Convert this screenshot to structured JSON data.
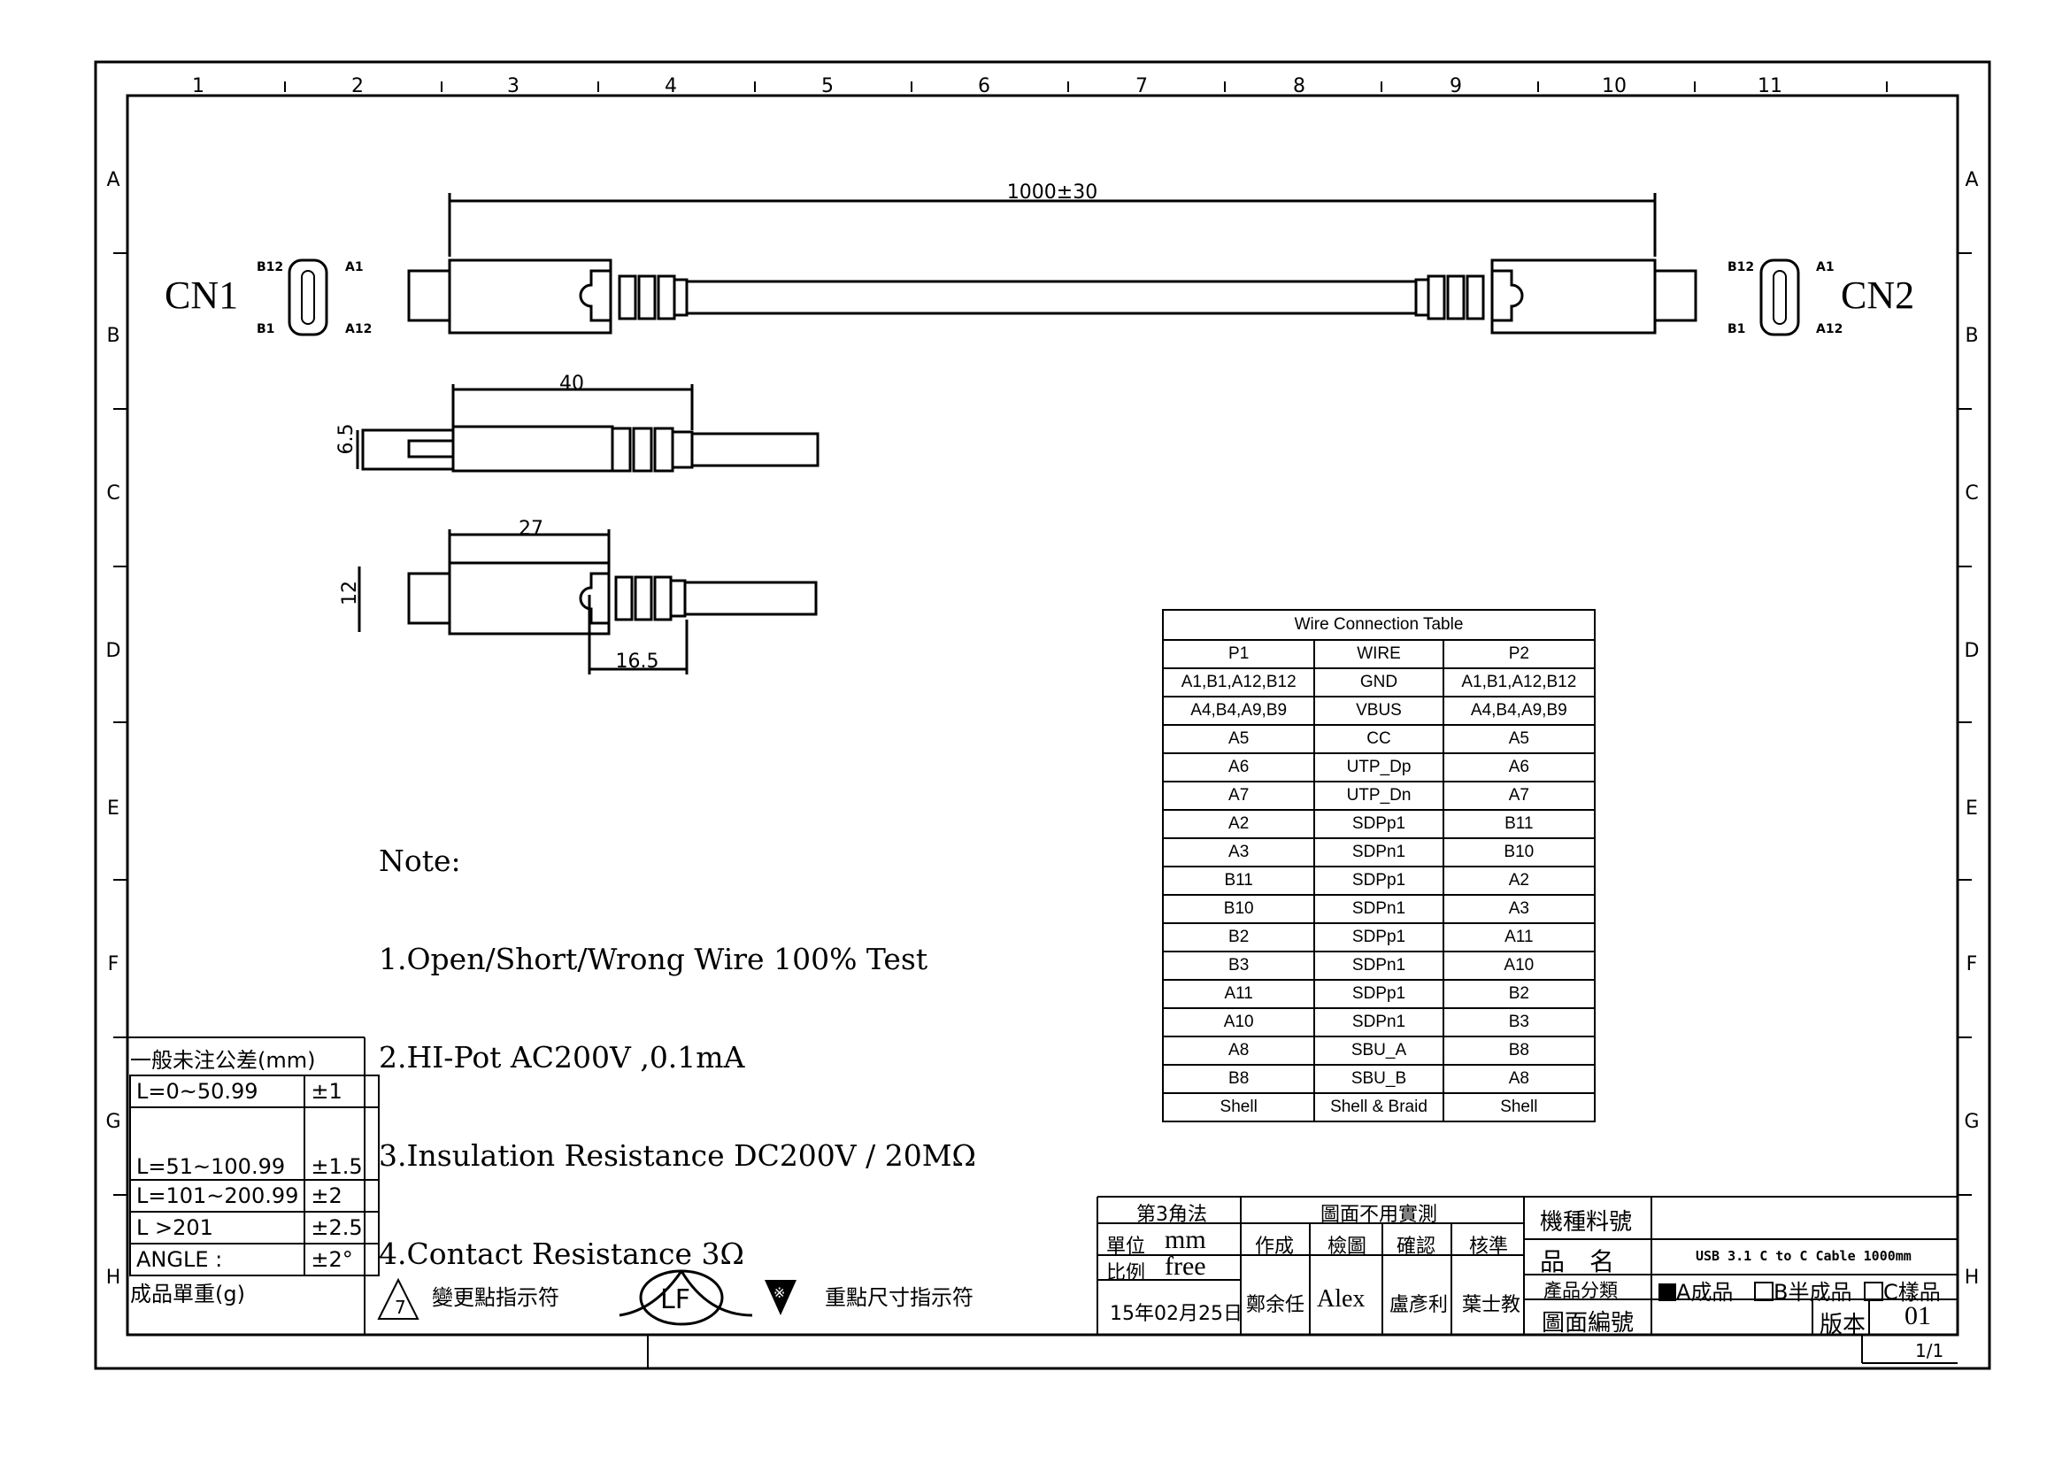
{
  "zone_columns": [
    "1",
    "2",
    "3",
    "4",
    "5",
    "6",
    "7",
    "8",
    "9",
    "10",
    "11"
  ],
  "zone_rows": [
    "A",
    "B",
    "C",
    "D",
    "E",
    "F",
    "G",
    "H"
  ],
  "connectors": {
    "cn1": {
      "label": "CN1",
      "pin_b12": "B12",
      "pin_a1": "A1",
      "pin_b1": "B1",
      "pin_a12": "A12"
    },
    "cn2": {
      "label": "CN2",
      "pin_b12": "B12",
      "pin_a1": "A1",
      "pin_b1": "B1",
      "pin_a12": "A12"
    }
  },
  "dimensions": {
    "overall_length": "1000±30",
    "side_length": "40",
    "side_height": "6.5",
    "top_length": "27",
    "top_width": "12",
    "boot_length": "16.5"
  },
  "notes": {
    "title": "Note:",
    "items": [
      "1.Open/Short/Wrong Wire 100% Test",
      "2.HI-Pot AC200V ,0.1mA",
      "3.Insulation Resistance DC200V / 20MΩ",
      "4.Contact Resistance 3Ω"
    ]
  },
  "wire_table": {
    "title": "Wire Connection Table",
    "headers": [
      "P1",
      "WIRE",
      "P2"
    ],
    "rows": [
      [
        "A1,B1,A12,B12",
        "GND",
        "A1,B1,A12,B12"
      ],
      [
        "A4,B4,A9,B9",
        "VBUS",
        "A4,B4,A9,B9"
      ],
      [
        "A5",
        "CC",
        "A5"
      ],
      [
        "A6",
        "UTP_Dp",
        "A6"
      ],
      [
        "A7",
        "UTP_Dn",
        "A7"
      ],
      [
        "A2",
        "SDPp1",
        "B11"
      ],
      [
        "A3",
        "SDPn1",
        "B10"
      ],
      [
        "B11",
        "SDPp1",
        "A2"
      ],
      [
        "B10",
        "SDPn1",
        "A3"
      ],
      [
        "B2",
        "SDPp1",
        "A11"
      ],
      [
        "B3",
        "SDPn1",
        "A10"
      ],
      [
        "A11",
        "SDPp1",
        "B2"
      ],
      [
        "A10",
        "SDPn1",
        "B3"
      ],
      [
        "A8",
        "SBU_A",
        "B8"
      ],
      [
        "B8",
        "SBU_B",
        "A8"
      ],
      [
        "Shell",
        "Shell & Braid",
        "Shell"
      ]
    ]
  },
  "tolerance_table": {
    "title": "一般未注公差(mm)",
    "rows": [
      [
        "L=0~50.99",
        "±1"
      ],
      [
        "L=51~100.99",
        "±1.5"
      ],
      [
        "L=101~200.99",
        "±2"
      ],
      [
        "L >201",
        "±2.5"
      ],
      [
        "ANGLE :",
        "±2°"
      ]
    ],
    "weight_label": "成品單重(g)"
  },
  "symbols": {
    "change_marker": "7",
    "change_label": "變更點指示符",
    "lf_label": "LF",
    "key_dim_marker": "※",
    "key_dim_label": "重點尺寸指示符"
  },
  "title_block": {
    "projection": "第3角法",
    "no_measure": "圖面不用實測",
    "unit_label": "單位",
    "unit_value": "mm",
    "scale_label": "比例",
    "scale_value": "free",
    "date": "15年02月25日",
    "col_made": "作成",
    "col_check": "檢圖",
    "col_confirm": "確認",
    "col_approve": "核準",
    "made_by": "鄭余任",
    "checked_by": "Alex",
    "confirmed_by": "盧彥利",
    "approved_by": "葉士教",
    "model_label": "機種料號",
    "name_label": "品　名",
    "name_value": "USB 3.1 C to C Cable 1000mm",
    "category_label": "產品分類",
    "category_a": "A成品",
    "category_b": "B半成品",
    "category_c": "C樣品",
    "drawing_no_label": "圖面編號",
    "version_label": "版本",
    "version_value": "01",
    "sheet": "1/1"
  }
}
